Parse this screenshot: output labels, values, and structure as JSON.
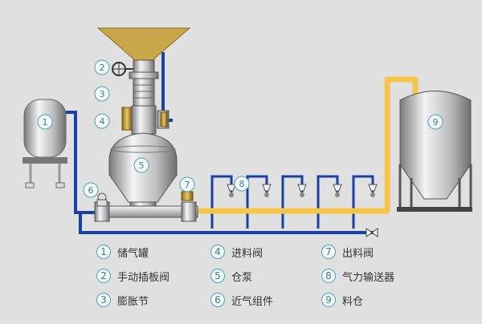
{
  "diagram": {
    "markers": [
      "1",
      "2",
      "3",
      "4",
      "5",
      "6",
      "7",
      "8",
      "9"
    ],
    "legend": [
      {
        "num": "1",
        "label": "储气罐"
      },
      {
        "num": "2",
        "label": "手动插板阀"
      },
      {
        "num": "3",
        "label": "膨胀节"
      },
      {
        "num": "4",
        "label": "进料阀"
      },
      {
        "num": "5",
        "label": "仓泵"
      },
      {
        "num": "6",
        "label": "近气组件"
      },
      {
        "num": "7",
        "label": "出料阀"
      },
      {
        "num": "8",
        "label": "气力输送器"
      },
      {
        "num": "9",
        "label": "料仓"
      }
    ],
    "colors": {
      "air_line": "#1c3fa3",
      "material_line": "#f6c64a",
      "vessel": "#c9c9c9",
      "hopper": "#c9a64a"
    }
  }
}
